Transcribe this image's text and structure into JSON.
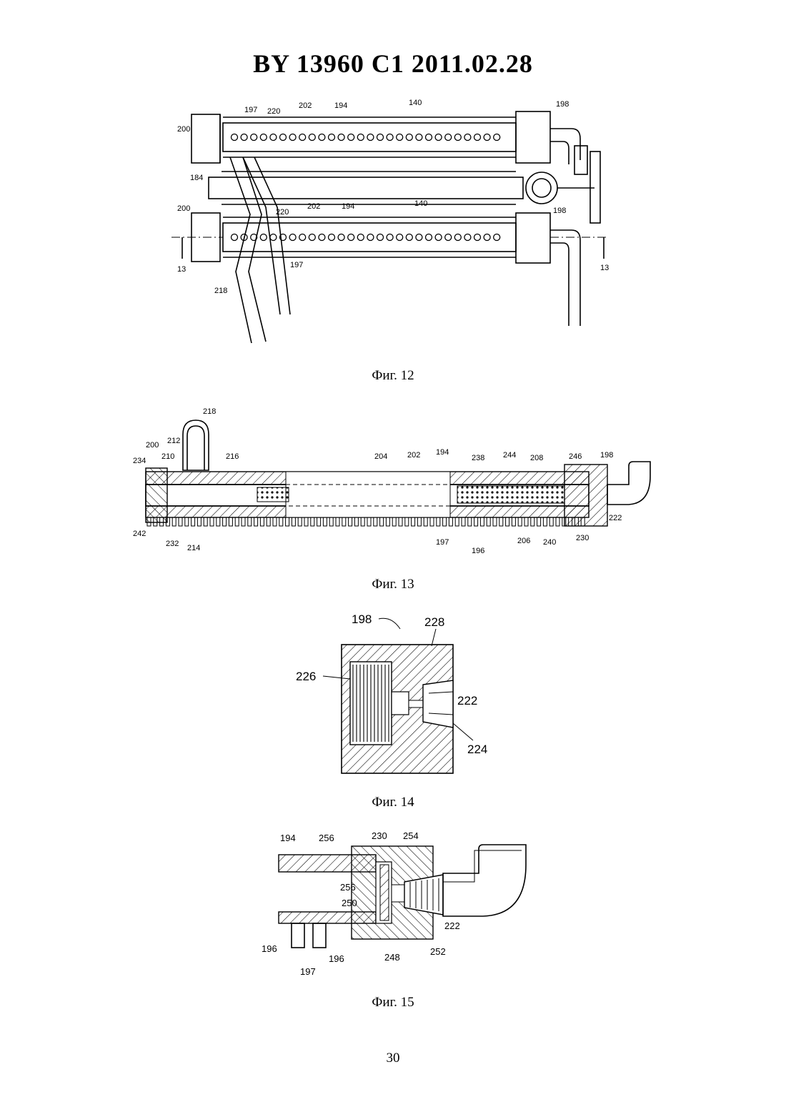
{
  "header": {
    "title": "BY  13960  C1  2011.02.28"
  },
  "figures": [
    {
      "caption": "Фиг. 12",
      "labels": [
        "197",
        "220",
        "202",
        "194",
        "140",
        "198",
        "200",
        "184",
        "200",
        "220",
        "202",
        "194",
        "140",
        "198",
        "13",
        "197",
        "13",
        "218"
      ]
    },
    {
      "caption": "Фиг. 13",
      "labels": [
        "218",
        "200",
        "212",
        "234",
        "210",
        "216",
        "204",
        "202",
        "194",
        "238",
        "244",
        "208",
        "246",
        "198",
        "222",
        "242",
        "232",
        "214",
        "197",
        "196",
        "206",
        "240",
        "230"
      ]
    },
    {
      "caption": "Фиг. 14",
      "labels": [
        "198",
        "228",
        "226",
        "222",
        "224"
      ]
    },
    {
      "caption": "Фиг. 15",
      "labels": [
        "194",
        "256",
        "230",
        "254",
        "256",
        "250",
        "222",
        "196",
        "248",
        "252",
        "197",
        "196"
      ]
    }
  ],
  "footer": {
    "page_number": "30"
  }
}
